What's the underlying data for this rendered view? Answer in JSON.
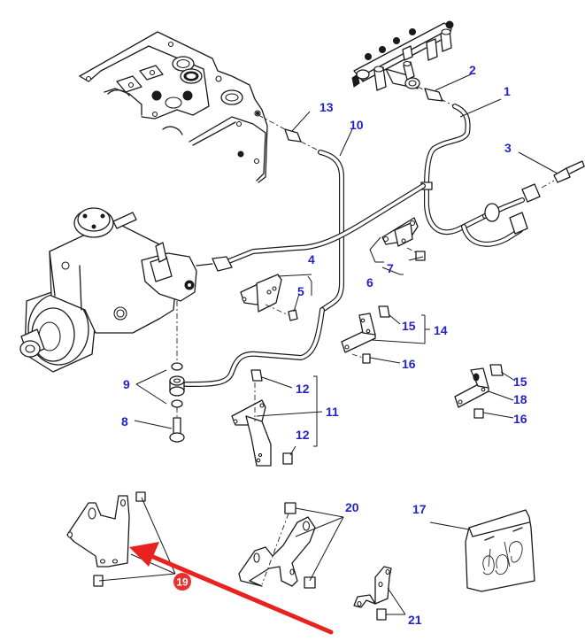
{
  "diagram": {
    "title": "Fuel injection pump pipes and brackets — exploded parts view",
    "callouts": {
      "c1": "1",
      "c2": "2",
      "c3": "3",
      "c4": "4",
      "c5": "5",
      "c6": "6",
      "c7": "7",
      "c8": "8",
      "c9": "9",
      "c10": "10",
      "c11": "11",
      "c12a": "12",
      "c12b": "12",
      "c13": "13",
      "c14": "14",
      "c15a": "15",
      "c15b": "15",
      "c16a": "16",
      "c16b": "16",
      "c17": "17",
      "c18": "18",
      "c20": "20",
      "c21": "21"
    },
    "highlight": {
      "label": "19",
      "badge_color": "#e8312f",
      "arrow_color": "#e8231f"
    },
    "callout_color": "#2323c8"
  }
}
